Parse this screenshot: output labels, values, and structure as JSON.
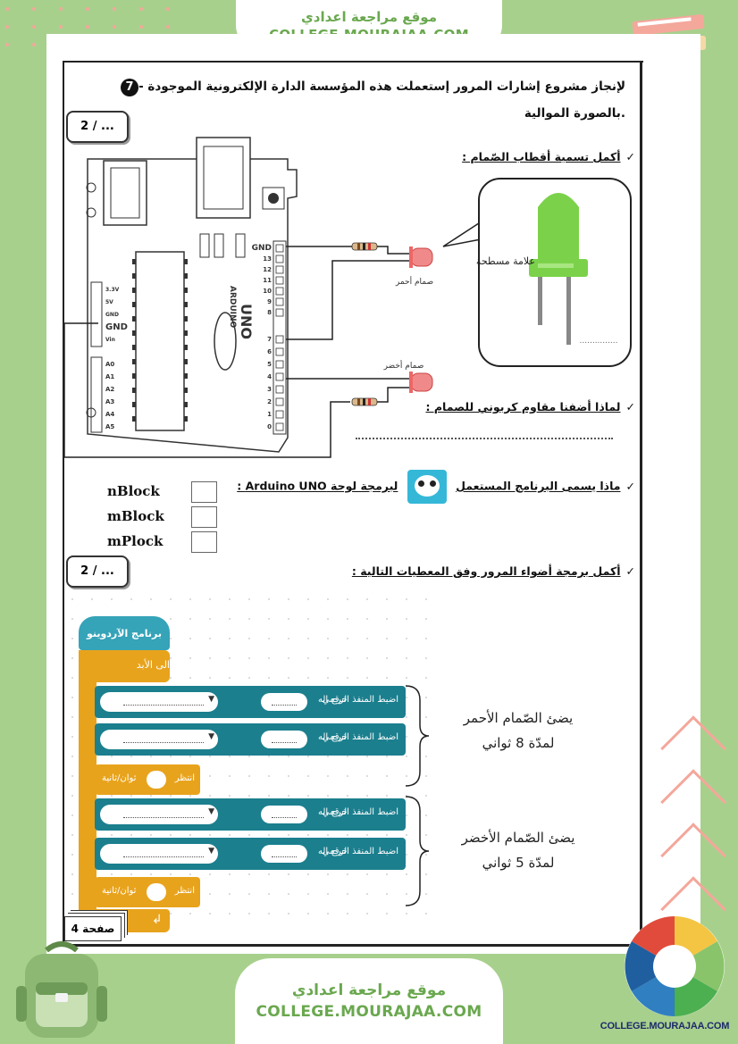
{
  "site": {
    "name_ar": "موقع مراجعة اعدادي",
    "url": "COLLEGE.MOURAJAA.COM",
    "logo_url": "COLLEGE.MOURAJAA.COM"
  },
  "question": {
    "number": "7",
    "text": "- لإنجاز مشروع إشارات المرور إستعملت هذه المؤسسة الدارة الإلكترونية الموجودة بالصورة الموالية.",
    "score_1": "2 / ...",
    "score_2": "2 / ..."
  },
  "board": {
    "gnd_top": "GND",
    "gnd_side": "GND",
    "pins": [
      "13",
      "12",
      "11",
      "10",
      "9",
      "8",
      "7",
      "6",
      "5",
      "4",
      "3",
      "2",
      "1",
      "0"
    ],
    "power_pins": [
      "3.3V",
      "5V",
      "GND",
      "GND",
      "Vin"
    ],
    "analog_pins": [
      "A0",
      "A1",
      "A2",
      "A3",
      "A4",
      "A5"
    ],
    "brand": "ARDUINO",
    "model": "UNO",
    "led_red_label": "صمام أحمر",
    "led_green_label": "صمام أخضر",
    "zoom_label": "علامة مسطحة",
    "zoom_answer": "..............."
  },
  "subquestions": {
    "q1": "أكمل تسمية أقطاب الصّمام :",
    "q2": "لماذا أضفنا مقاوم كربوني للصمام :",
    "q3_pre": "ماذا يسمى البرنامج المستعمل",
    "q3_post": "لبرمجة لوحة Arduino UNO :",
    "q4": "أكمل برمجة أضواء المرور وفق المعطيات التالية :",
    "check": "✓"
  },
  "options": [
    "nBlock",
    "mBlock",
    "mPlock"
  ],
  "blocks": {
    "program": "برنامج الآردوينو",
    "forever": "الى الأبد",
    "set_label": "اضبط المنفذ الرقمي",
    "out_label": "خرج اله",
    "wait_label": "انتظر",
    "seconds": "ثوان/ثانية",
    "dropdown": "▼",
    "end": "↲"
  },
  "notes": {
    "red_line1": "يضئ الصّمام الأحمر",
    "red_line2": "لمدّة 8 ثواني",
    "green_line1": "يضئ الصّمام الأخضر",
    "green_line2": "لمدّة 5 ثواني"
  },
  "page": {
    "label": "صفحة 4"
  },
  "colors": {
    "background": "#a8d08d",
    "accent": "#6aa84f",
    "block_teal": "#1b7f8e",
    "block_orange": "#e8a31c",
    "block_hat": "#35a3b8"
  }
}
